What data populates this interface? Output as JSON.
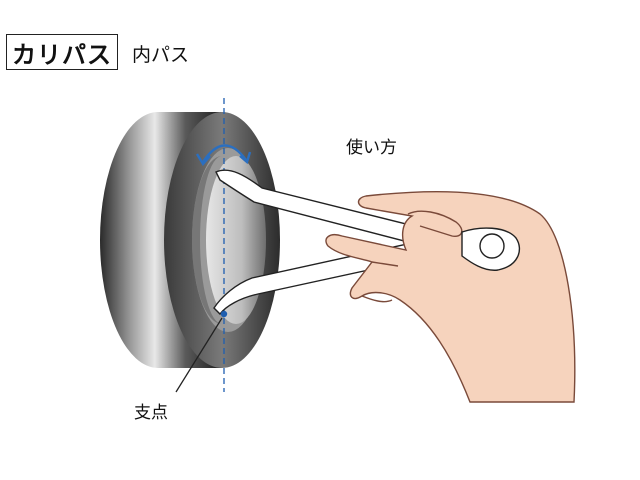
{
  "header": {
    "title": "カリパス",
    "subtitle": "内パス"
  },
  "labels": {
    "usage": "使い方",
    "fulcrum": "支点"
  },
  "colors": {
    "axis": "#1f5fb0",
    "arrow": "#2b6fc0",
    "skin": "#f6d3bd",
    "skin_line": "#7a4a3a"
  }
}
